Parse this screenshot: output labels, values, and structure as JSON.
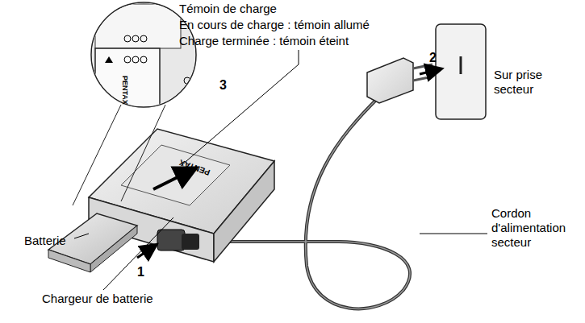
{
  "diagram": {
    "labels": [
      "Témoin de charge",
      "En cours de charge : témoin allumé",
      "Charge terminée : témoin éteint",
      "Sur prise secteur",
      "2",
      "3",
      "PENTAX",
      "Batterie",
      "PENTAX",
      "1",
      "Cordon d'alimentation secteur",
      "Chargeur de batterie"
    ]
  }
}
